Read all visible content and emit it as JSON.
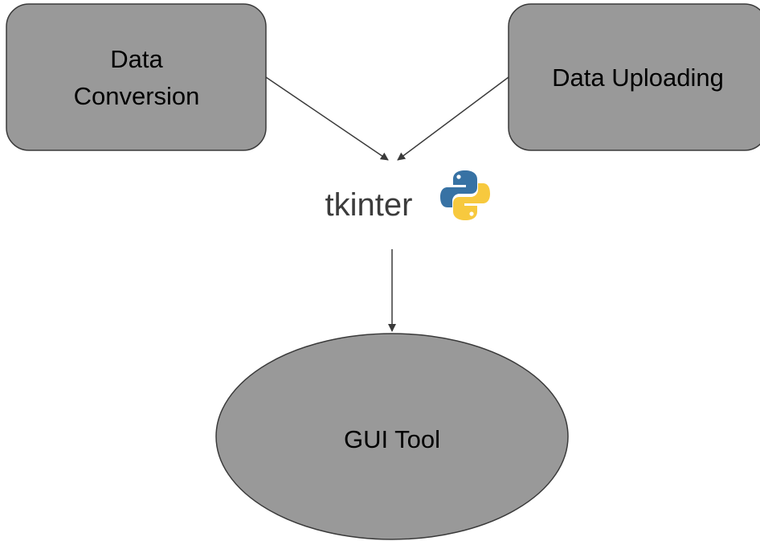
{
  "diagram": {
    "nodes": {
      "data_conversion": {
        "label_line1": "Data",
        "label_line2": "Conversion"
      },
      "data_uploading": {
        "label": "Data Uploading"
      },
      "tkinter": {
        "label": "tkinter",
        "icon": "python-logo-icon"
      },
      "gui_tool": {
        "label": "GUI Tool"
      }
    },
    "edges": [
      {
        "from": "Data Conversion",
        "to": "tkinter"
      },
      {
        "from": "Data Uploading",
        "to": "tkinter"
      },
      {
        "from": "tkinter",
        "to": "GUI Tool"
      }
    ]
  },
  "colors": {
    "node_fill": "#999999",
    "node_stroke": "#3a3a3a",
    "arrow": "#3a3a3a",
    "python_blue": "#3772a4",
    "python_yellow": "#f7c93e"
  }
}
